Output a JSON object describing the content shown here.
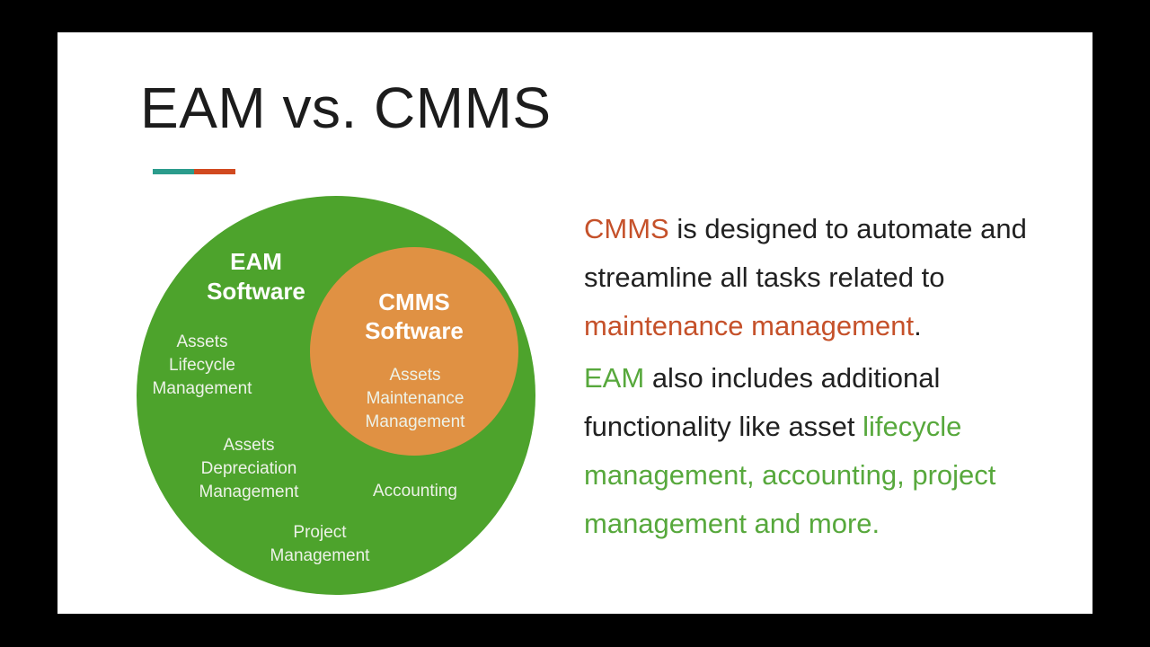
{
  "slide": {
    "title": "EAM vs. CMMS"
  },
  "venn": {
    "outer_circle": {
      "label": "EAM\nSoftware",
      "color": "#4da32c",
      "items": {
        "lifecycle": "Assets\nLifecycle\nManagement",
        "depreciation": "Assets\nDepreciation\nManagement",
        "accounting": "Accounting",
        "project": "Project\nManagement"
      }
    },
    "inner_circle": {
      "label": "CMMS\nSoftware",
      "color": "#e09143",
      "items": {
        "maintenance": "Assets\nMaintenance\nManagement"
      }
    }
  },
  "description": {
    "paragraphs": [
      {
        "segments": [
          {
            "text": "CMMS",
            "color": "orange"
          },
          {
            "text": " is designed to automate and streamline all tasks related to ",
            "color": "dark"
          },
          {
            "text": "maintenance management",
            "color": "orange"
          },
          {
            "text": ".",
            "color": "dark"
          }
        ]
      },
      {
        "segments": [
          {
            "text": "EAM",
            "color": "green"
          },
          {
            "text": " also includes additional functionality like asset ",
            "color": "dark"
          },
          {
            "text": "lifecycle management, accounting, project management and more.",
            "color": "green"
          }
        ]
      }
    ]
  },
  "colors": {
    "background": "#000000",
    "slide_background": "#ffffff",
    "title_text": "#1c1c1c",
    "accent_teal": "#2b9c8c",
    "accent_rust": "#d14a20",
    "outer_circle_green": "#4da32c",
    "inner_circle_orange": "#e09143",
    "circle_heading_text": "#ffffff",
    "circle_item_text": "#edf2e8",
    "body_text_dark": "#212121",
    "body_text_orange": "#c5512a",
    "body_text_green": "#57a83c"
  }
}
